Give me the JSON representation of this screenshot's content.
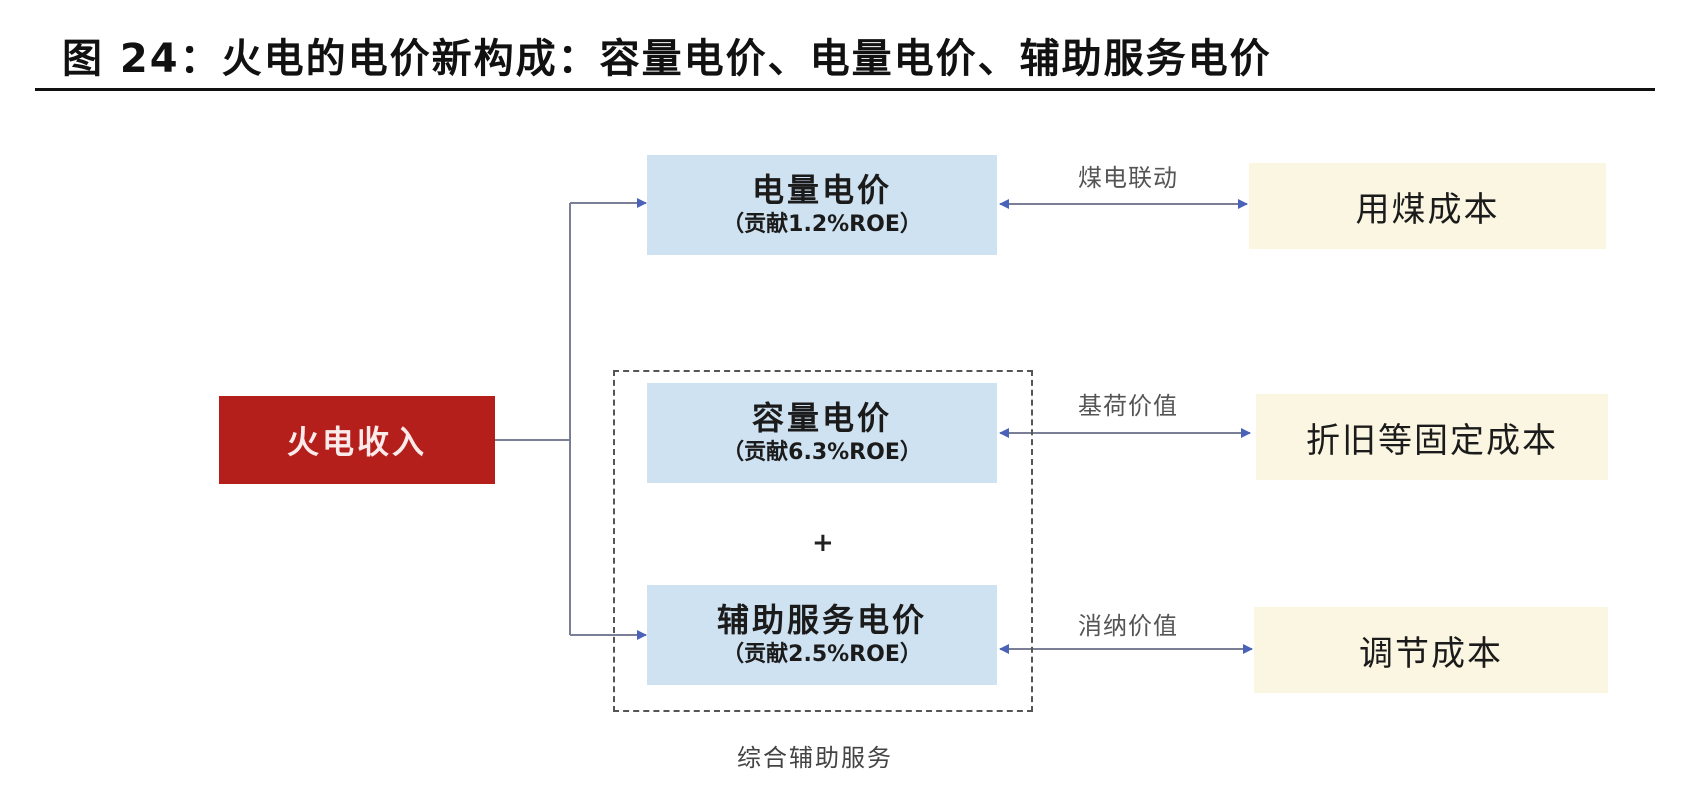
{
  "title": "图 24：火电的电价新构成：容量电价、电量电价、辅助服务电价",
  "source_node": {
    "label": "火电收入"
  },
  "price_nodes": [
    {
      "label": "电量电价",
      "contribution": "（贡献1.2%ROE）"
    },
    {
      "label": "容量电价",
      "contribution": "（贡献6.3%ROE）"
    },
    {
      "label": "辅助服务电价",
      "contribution": "（贡献2.5%ROE）"
    }
  ],
  "combine_symbol": "+",
  "group_label": "综合辅助服务",
  "links": [
    {
      "label": "煤电联动"
    },
    {
      "label": "基荷价值"
    },
    {
      "label": "消纳价值"
    }
  ],
  "cost_nodes": [
    {
      "label": "用煤成本"
    },
    {
      "label": "折旧等固定成本"
    },
    {
      "label": "调节成本"
    }
  ],
  "colors": {
    "source_fill": "#b41f1c",
    "price_fill": "#cfe2f1",
    "cost_fill": "#faf6e1",
    "arrow": "#4a63b8",
    "line": "#7a7f95"
  }
}
